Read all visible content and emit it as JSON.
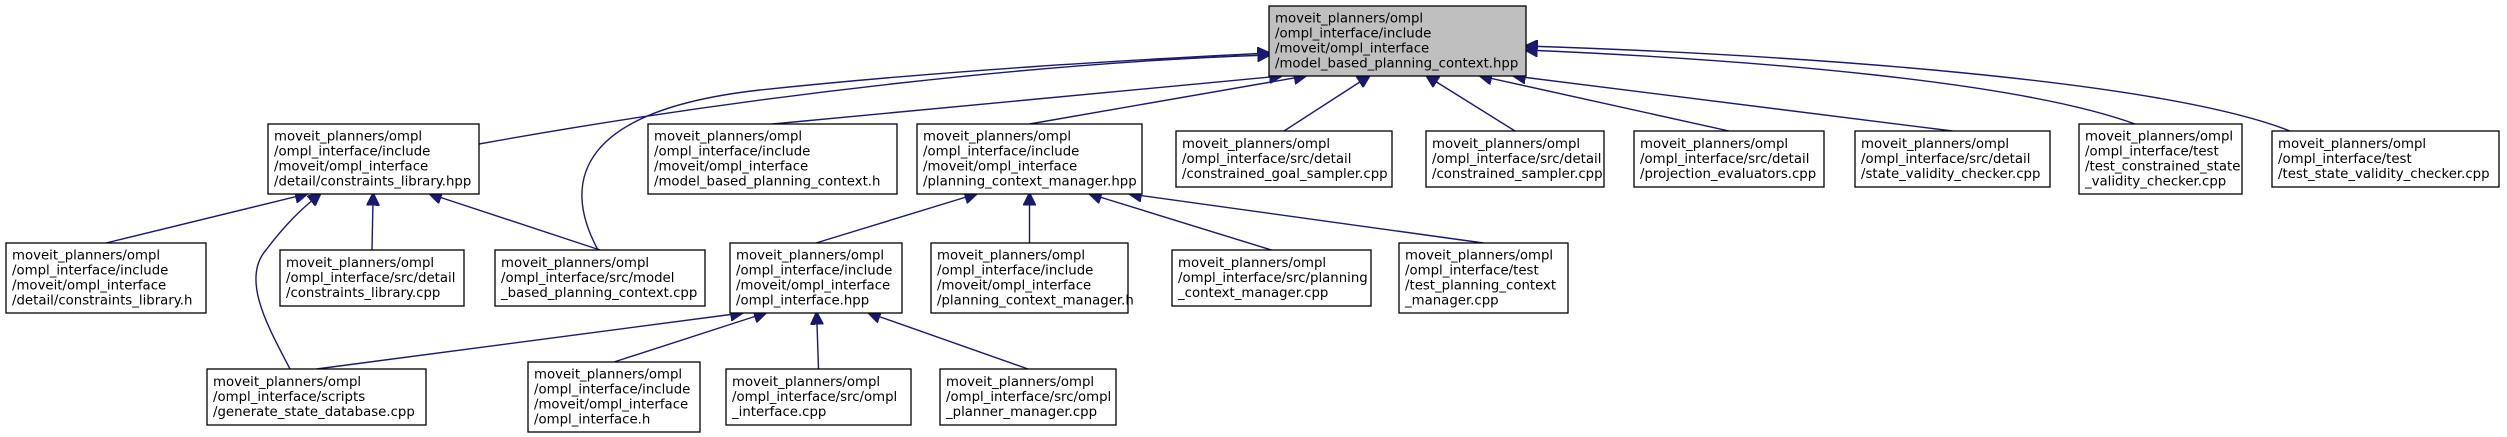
{
  "colors": {
    "edge": "#191970",
    "node_fill": "#ffffff",
    "root_fill": "#bfbfbf",
    "node_border": "#000000",
    "text": "#000000"
  },
  "nodes": [
    {
      "id": "root",
      "root": true,
      "lines": [
        "moveit_planners/ompl",
        "/ompl_interface/include",
        "/moveit/ompl_interface",
        "/model_based_planning_context.hpp"
      ]
    },
    {
      "id": "constraints_library_hpp",
      "lines": [
        "moveit_planners/ompl",
        "/ompl_interface/include",
        "/moveit/ompl_interface",
        "/detail/constraints_library.hpp"
      ]
    },
    {
      "id": "model_based_planning_context_h",
      "lines": [
        "moveit_planners/ompl",
        "/ompl_interface/include",
        "/moveit/ompl_interface",
        "/model_based_planning_context.h"
      ]
    },
    {
      "id": "planning_context_manager_hpp",
      "lines": [
        "moveit_planners/ompl",
        "/ompl_interface/include",
        "/moveit/ompl_interface",
        "/planning_context_manager.hpp"
      ]
    },
    {
      "id": "constrained_goal_sampler_cpp",
      "lines": [
        "moveit_planners/ompl",
        "/ompl_interface/src/detail",
        "/constrained_goal_sampler.cpp"
      ]
    },
    {
      "id": "constrained_sampler_cpp",
      "lines": [
        "moveit_planners/ompl",
        "/ompl_interface/src/detail",
        "/constrained_sampler.cpp"
      ]
    },
    {
      "id": "projection_evaluators_cpp",
      "lines": [
        "moveit_planners/ompl",
        "/ompl_interface/src/detail",
        "/projection_evaluators.cpp"
      ]
    },
    {
      "id": "state_validity_checker_cpp",
      "lines": [
        "moveit_planners/ompl",
        "/ompl_interface/src/detail",
        "/state_validity_checker.cpp"
      ]
    },
    {
      "id": "test_constrained_state_validity_checker_cpp",
      "lines": [
        "moveit_planners/ompl",
        "/ompl_interface/test",
        "/test_constrained_state",
        "_validity_checker.cpp"
      ]
    },
    {
      "id": "test_state_validity_checker_cpp",
      "lines": [
        "moveit_planners/ompl",
        "/ompl_interface/test",
        "/test_state_validity_checker.cpp"
      ]
    },
    {
      "id": "constraints_library_h",
      "lines": [
        "moveit_planners/ompl",
        "/ompl_interface/include",
        "/moveit/ompl_interface",
        "/detail/constraints_library.h"
      ]
    },
    {
      "id": "constraints_library_cpp",
      "lines": [
        "moveit_planners/ompl",
        "/ompl_interface/src/detail",
        "/constraints_library.cpp"
      ]
    },
    {
      "id": "model_based_planning_context_cpp",
      "lines": [
        "moveit_planners/ompl",
        "/ompl_interface/src/model",
        "_based_planning_context.cpp"
      ]
    },
    {
      "id": "ompl_interface_hpp",
      "lines": [
        "moveit_planners/ompl",
        "/ompl_interface/include",
        "/moveit/ompl_interface",
        "/ompl_interface.hpp"
      ]
    },
    {
      "id": "planning_context_manager_h",
      "lines": [
        "moveit_planners/ompl",
        "/ompl_interface/include",
        "/moveit/ompl_interface",
        "/planning_context_manager.h"
      ]
    },
    {
      "id": "planning_context_manager_cpp",
      "lines": [
        "moveit_planners/ompl",
        "/ompl_interface/src/planning",
        "_context_manager.cpp"
      ]
    },
    {
      "id": "test_planning_context_manager_cpp",
      "lines": [
        "moveit_planners/ompl",
        "/ompl_interface/test",
        "/test_planning_context",
        "_manager.cpp"
      ]
    },
    {
      "id": "generate_state_database_cpp",
      "lines": [
        "moveit_planners/ompl",
        "/ompl_interface/scripts",
        "/generate_state_database.cpp"
      ]
    },
    {
      "id": "ompl_interface_h",
      "lines": [
        "moveit_planners/ompl",
        "/ompl_interface/include",
        "/moveit/ompl_interface",
        "/ompl_interface.h"
      ]
    },
    {
      "id": "ompl_interface_cpp",
      "lines": [
        "moveit_planners/ompl",
        "/ompl_interface/src/ompl",
        "_interface.cpp"
      ]
    },
    {
      "id": "ompl_planner_manager_cpp",
      "lines": [
        "moveit_planners/ompl",
        "/ompl_interface/src/ompl",
        "_planner_manager.cpp"
      ]
    }
  ],
  "edges": [
    {
      "from": "constraints_library_hpp",
      "to": "root"
    },
    {
      "from": "model_based_planning_context_cpp",
      "to": "root"
    },
    {
      "from": "model_based_planning_context_h",
      "to": "root"
    },
    {
      "from": "planning_context_manager_hpp",
      "to": "root"
    },
    {
      "from": "constrained_goal_sampler_cpp",
      "to": "root"
    },
    {
      "from": "constrained_sampler_cpp",
      "to": "root"
    },
    {
      "from": "projection_evaluators_cpp",
      "to": "root"
    },
    {
      "from": "state_validity_checker_cpp",
      "to": "root"
    },
    {
      "from": "test_constrained_state_validity_checker_cpp",
      "to": "root"
    },
    {
      "from": "test_state_validity_checker_cpp",
      "to": "root"
    },
    {
      "from": "constraints_library_h",
      "to": "constraints_library_hpp"
    },
    {
      "from": "constraints_library_cpp",
      "to": "constraints_library_hpp"
    },
    {
      "from": "model_based_planning_context_cpp",
      "to": "constraints_library_hpp"
    },
    {
      "from": "generate_state_database_cpp",
      "to": "constraints_library_hpp"
    },
    {
      "from": "ompl_interface_hpp",
      "to": "planning_context_manager_hpp"
    },
    {
      "from": "planning_context_manager_h",
      "to": "planning_context_manager_hpp"
    },
    {
      "from": "planning_context_manager_cpp",
      "to": "planning_context_manager_hpp"
    },
    {
      "from": "test_planning_context_manager_cpp",
      "to": "planning_context_manager_hpp"
    },
    {
      "from": "generate_state_database_cpp",
      "to": "ompl_interface_hpp"
    },
    {
      "from": "ompl_interface_h",
      "to": "ompl_interface_hpp"
    },
    {
      "from": "ompl_interface_cpp",
      "to": "ompl_interface_hpp"
    },
    {
      "from": "ompl_planner_manager_cpp",
      "to": "ompl_interface_hpp"
    }
  ]
}
